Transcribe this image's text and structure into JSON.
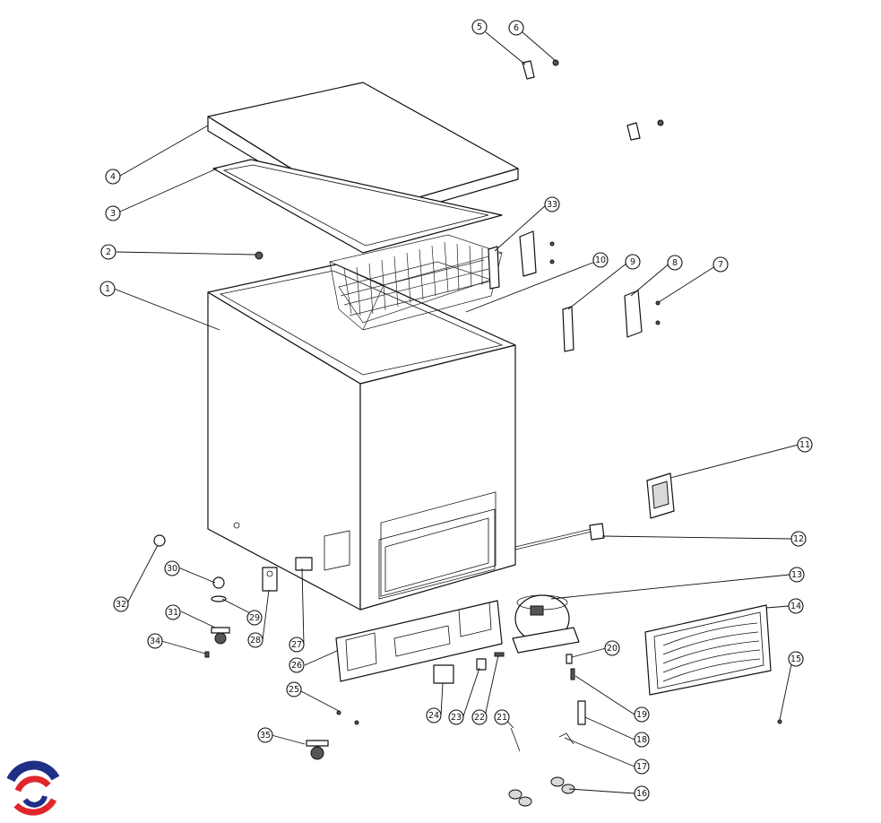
{
  "callouts": [
    {
      "label": "1",
      "part": "cabinet"
    },
    {
      "label": "2",
      "part": "screw"
    },
    {
      "label": "3",
      "part": "door-gasket"
    },
    {
      "label": "4",
      "part": "lid"
    },
    {
      "label": "5",
      "part": "hinge-bracket"
    },
    {
      "label": "6",
      "part": "hinge-screw"
    },
    {
      "label": "7",
      "part": "hinge-screws"
    },
    {
      "label": "8",
      "part": "hinge-cover"
    },
    {
      "label": "9",
      "part": "hinge"
    },
    {
      "label": "10",
      "part": "basket"
    },
    {
      "label": "11",
      "part": "thermostat-box"
    },
    {
      "label": "12",
      "part": "power-cord"
    },
    {
      "label": "13",
      "part": "compressor"
    },
    {
      "label": "14",
      "part": "back-grille"
    },
    {
      "label": "15",
      "part": "grille-screw"
    },
    {
      "label": "16",
      "part": "compressor-grommets"
    },
    {
      "label": "17",
      "part": "mounting-clip"
    },
    {
      "label": "18",
      "part": "drier-filter"
    },
    {
      "label": "19",
      "part": "bolt"
    },
    {
      "label": "20",
      "part": "sleeve"
    },
    {
      "label": "21",
      "part": "clip"
    },
    {
      "label": "22",
      "part": "washer"
    },
    {
      "label": "23",
      "part": "relay"
    },
    {
      "label": "24",
      "part": "capacitor"
    },
    {
      "label": "25",
      "part": "screws"
    },
    {
      "label": "26",
      "part": "base-plate"
    },
    {
      "label": "27",
      "part": "lamp-socket"
    },
    {
      "label": "28",
      "part": "indicator-panel"
    },
    {
      "label": "29",
      "part": "drain-clip"
    },
    {
      "label": "30",
      "part": "drain-plug"
    },
    {
      "label": "31",
      "part": "caster"
    },
    {
      "label": "32",
      "part": "knob"
    },
    {
      "label": "33",
      "part": "hinge-bracket-2"
    },
    {
      "label": "34",
      "part": "caster-screw"
    },
    {
      "label": "35",
      "part": "caster-2"
    }
  ],
  "logo": {
    "colors": {
      "blue": "#1f2f86",
      "red": "#e0262c"
    }
  }
}
